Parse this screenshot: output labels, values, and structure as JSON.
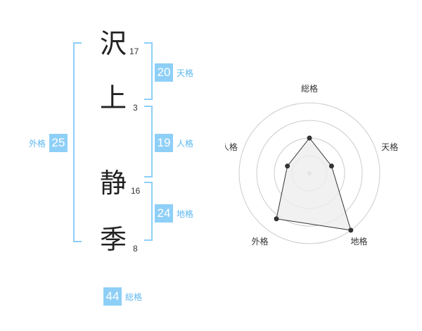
{
  "name": {
    "chars": [
      {
        "kanji": "沢",
        "strokes": "17"
      },
      {
        "kanji": "上",
        "strokes": "3"
      },
      {
        "kanji": "静",
        "strokes": "16"
      },
      {
        "kanji": "季",
        "strokes": "8"
      }
    ]
  },
  "fortunes": {
    "tenkaku": {
      "value": "20",
      "label": "天格"
    },
    "jinkaku": {
      "value": "19",
      "label": "人格"
    },
    "chikaku": {
      "value": "24",
      "label": "地格"
    },
    "gaikaku": {
      "value": "25",
      "label": "外格"
    },
    "soukaku": {
      "value": "44",
      "label": "総格"
    }
  },
  "radar": {
    "axes": [
      "総格",
      "天格",
      "地格",
      "外格",
      "人格"
    ],
    "values": [
      0.5,
      0.33,
      1.0,
      0.8,
      0.33
    ],
    "colors": {
      "grid": "#cccccc",
      "fill": "#eeeeee",
      "line": "#333333",
      "center": "#bbbbbb"
    }
  },
  "colors": {
    "accent": "#8ecff7",
    "label": "#5db8f0"
  }
}
